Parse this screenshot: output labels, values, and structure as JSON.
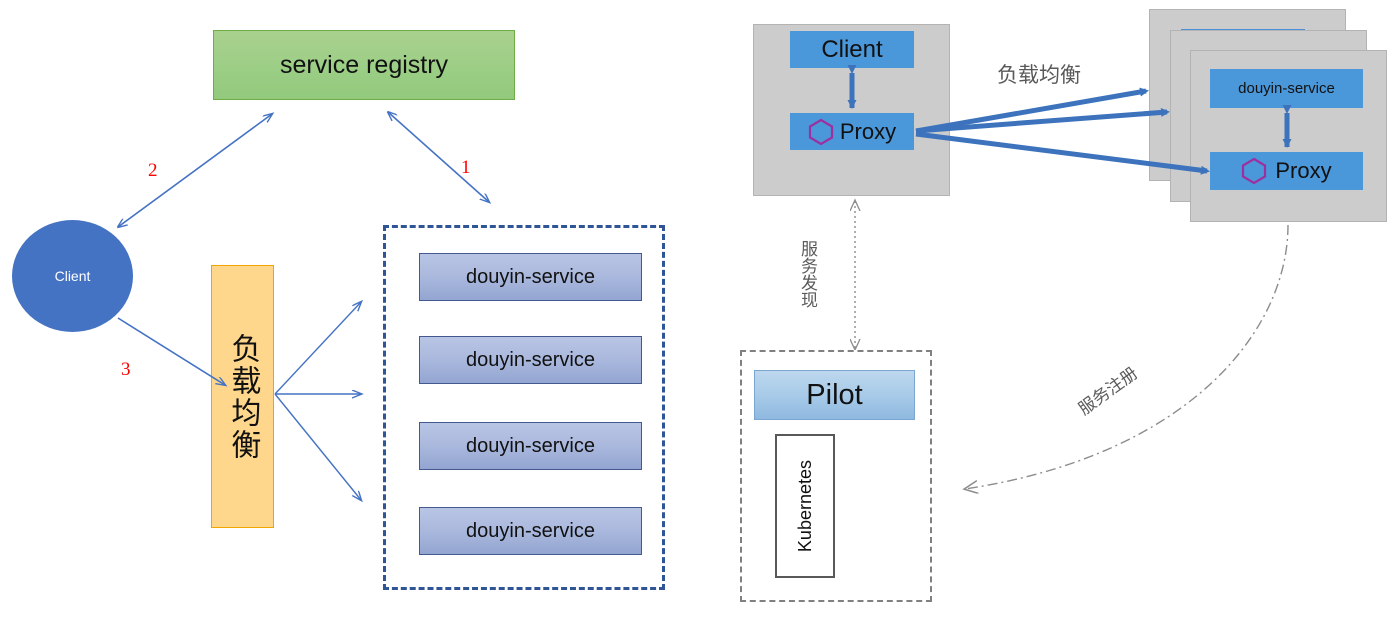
{
  "diagram": {
    "title": "Service registry and service mesh architecture",
    "colors": {
      "registry_green": "#a9d18e",
      "client_blue": "#4573c4",
      "lb_orange": "#ffd78c",
      "service_blue": "#aab8dd",
      "dashed_border_blue": "#2f5597",
      "step_red": "#ff0000",
      "pod_gray": "#cccccc",
      "box_blue": "#4a97d9",
      "hexagon_purple": "#9e2f9e",
      "pilot_blue": "#a8cbe8",
      "label_gray": "#595959"
    }
  },
  "left_panel": {
    "registry": {
      "label": "service registry"
    },
    "client": {
      "label": "Client"
    },
    "load_balancer": {
      "label": "负载均衡"
    },
    "services": [
      {
        "label": "douyin-service"
      },
      {
        "label": "douyin-service"
      },
      {
        "label": "douyin-service"
      },
      {
        "label": "douyin-service"
      }
    ],
    "steps": [
      {
        "id": "step-1",
        "label": "1"
      },
      {
        "id": "step-2",
        "label": "2"
      },
      {
        "id": "step-3",
        "label": "3"
      }
    ]
  },
  "right_panel": {
    "client_pod": {
      "app": {
        "label": "Client"
      },
      "proxy": {
        "label": "Proxy"
      }
    },
    "service_pods": {
      "app": {
        "label": "douyin-service"
      },
      "proxy": {
        "label": "Proxy"
      },
      "count": 3
    },
    "control_plane": {
      "pilot": {
        "label": "Pilot"
      },
      "platform": {
        "label": "Kubernetes"
      }
    },
    "labels": {
      "load_balance": "负载均衡",
      "service_discovery": "服务发现",
      "service_registration": "服务注册"
    }
  }
}
